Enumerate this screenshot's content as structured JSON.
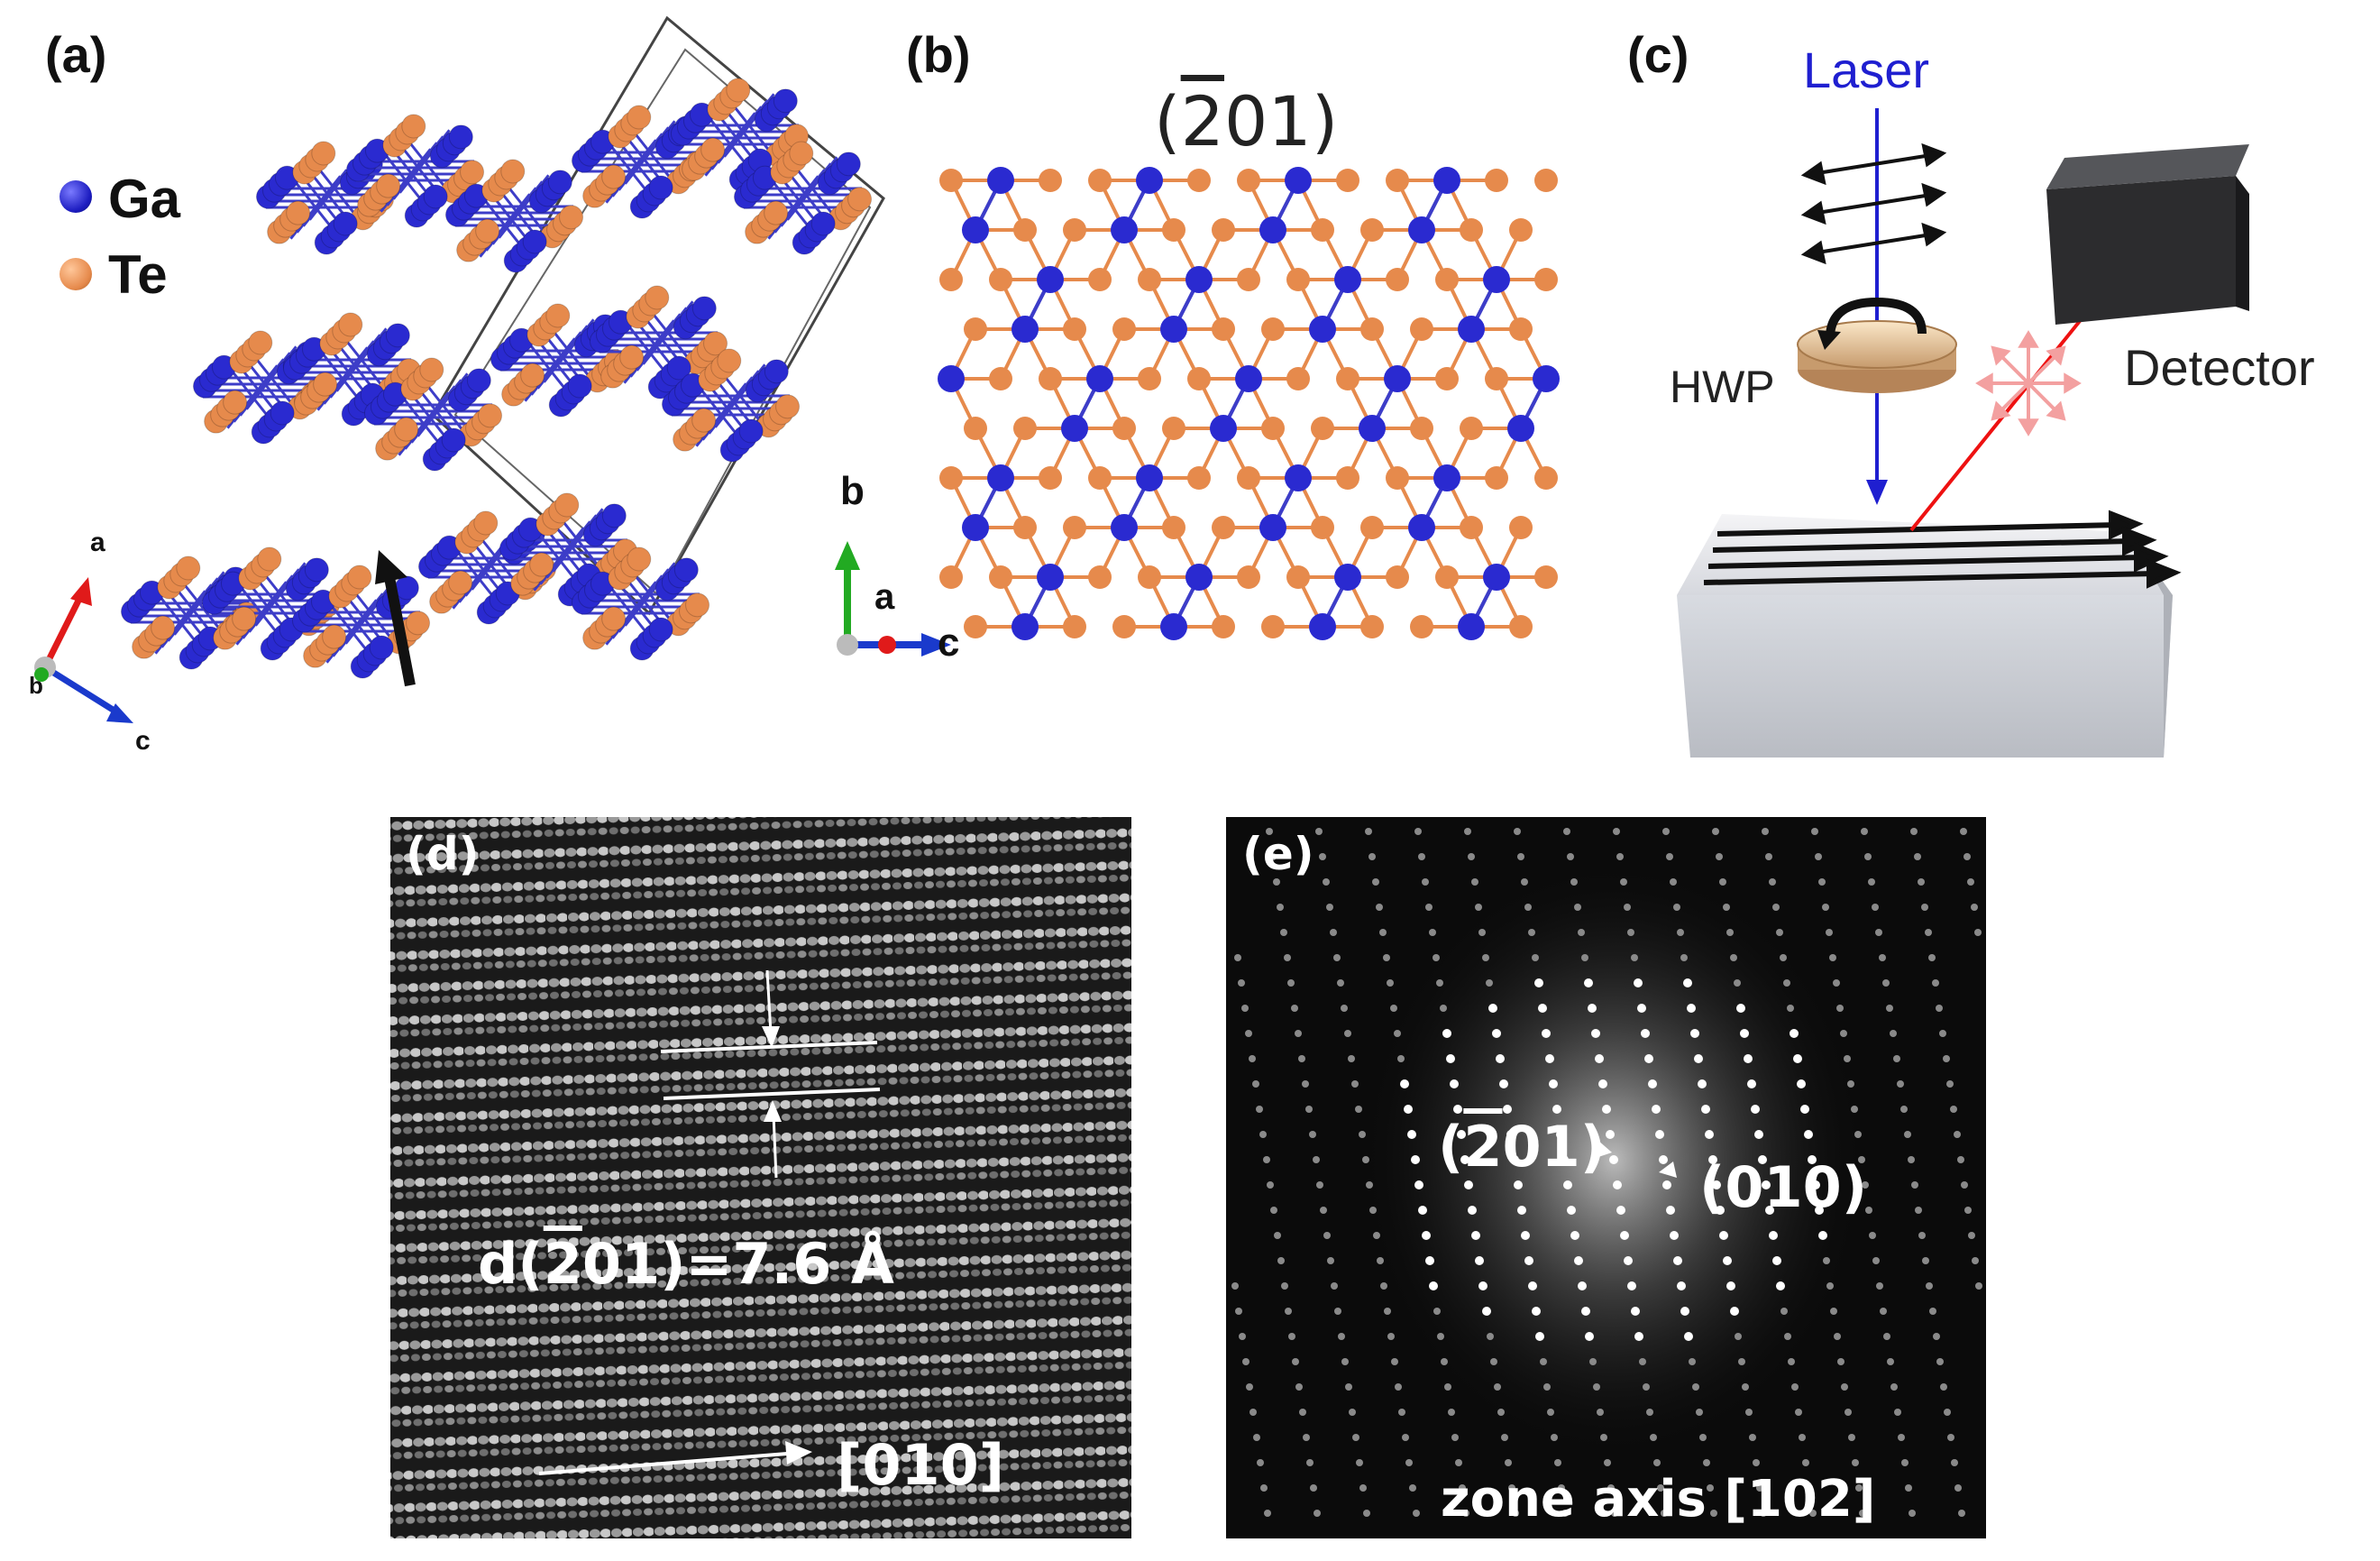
{
  "panels": {
    "a": {
      "label": "(a)",
      "legend": [
        {
          "name": "Ga",
          "color": "#2a2ad0"
        },
        {
          "name": "Te",
          "color": "#e68a4c"
        }
      ],
      "axes": {
        "a": "a",
        "b": "b",
        "c": "c"
      }
    },
    "b": {
      "label": "(b)",
      "plane_prefix": "(",
      "plane_bar": "2",
      "plane_suffix": "01)",
      "axes": {
        "b": "b",
        "a": "a",
        "c": "c"
      }
    },
    "c": {
      "label": "(c)",
      "laser": "Laser",
      "hwp": "HWP",
      "detector": "Detector",
      "laser_color": "#1f1fd0",
      "reflect_color": "#ee1111"
    },
    "d": {
      "label": "(d)",
      "spacing_prefix": "d(",
      "spacing_bar": "2",
      "spacing_suffix": "01)=7.6 Å",
      "direction": "[010]"
    },
    "e": {
      "label": "(e)",
      "spot1_prefix": "(",
      "spot1_bar": "2",
      "spot1_suffix": "01)",
      "spot2": "(010)",
      "zone_axis": "zone axis [102]"
    }
  },
  "colors": {
    "ga": "#2a2ad0",
    "te": "#e68a4c",
    "bond": "#3d3dc8"
  }
}
